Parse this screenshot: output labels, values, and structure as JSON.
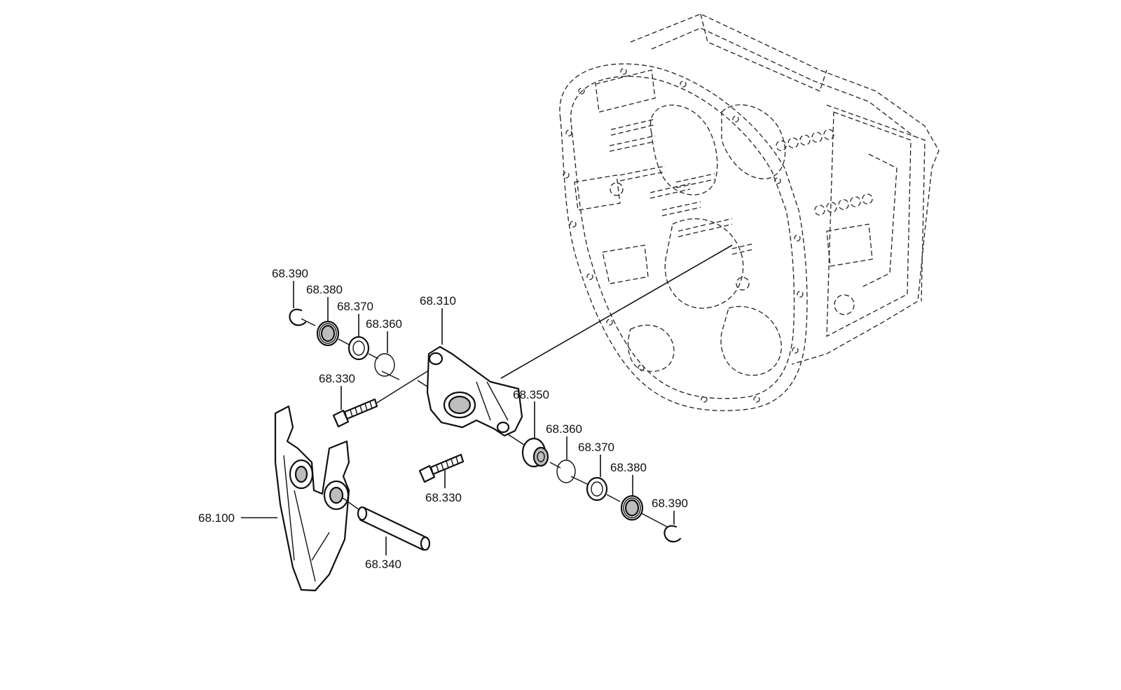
{
  "labels": {
    "l_68_390_a": "68.390",
    "l_68_380_a": "68.380",
    "l_68_370_a": "68.370",
    "l_68_360_a": "68.360",
    "l_68_310": "68.310",
    "l_68_330_a": "68.330",
    "l_68_350": "68.350",
    "l_68_360_b": "68.360",
    "l_68_370_b": "68.370",
    "l_68_380_b": "68.380",
    "l_68_390_b": "68.390",
    "l_68_330_b": "68.330",
    "l_68_100": "68.100",
    "l_68_340": "68.340"
  }
}
